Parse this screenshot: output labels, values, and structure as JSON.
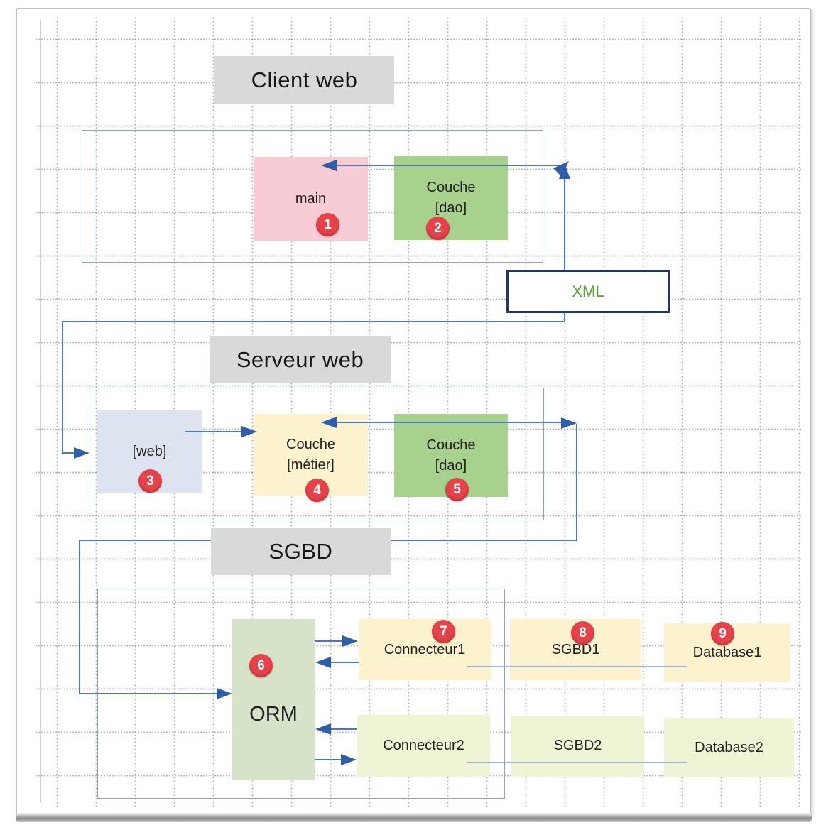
{
  "titles": {
    "client": "Client web",
    "serveur": "Serveur web",
    "sgbd": "SGBD"
  },
  "nodes": {
    "main": {
      "label": "main",
      "badge": "1"
    },
    "dao_client": {
      "line1": "Couche",
      "line2": "[dao]",
      "badge": "2"
    },
    "web": {
      "label": "[web]",
      "badge": "3"
    },
    "metier": {
      "line1": "Couche",
      "line2": "[métier]",
      "badge": "4"
    },
    "dao_serveur": {
      "line1": "Couche",
      "line2": "[dao]",
      "badge": "5"
    },
    "orm": {
      "label": "ORM",
      "badge": "6"
    },
    "connecteur1": {
      "label": "Connecteur1",
      "badge": "7"
    },
    "sgbd1": {
      "label": "SGBD1",
      "badge": "8"
    },
    "database1": {
      "label": "Database1",
      "badge": "9"
    },
    "connecteur2": {
      "label": "Connecteur2"
    },
    "sgbd2": {
      "label": "SGBD2"
    },
    "database2": {
      "label": "Database2"
    }
  },
  "annotation": {
    "xml": "XML"
  },
  "colors": {
    "pink": "#f8ccd4",
    "green": "#a9d18e",
    "light_green": "#d7e3c8",
    "yellow": "#fcf2cd",
    "pale_green_yellow": "#eff4d4",
    "lavender": "#dde4f0",
    "title_gray": "#d9d9d9",
    "badge_red": "#e5434b",
    "arrow_blue": "#4a77be",
    "arrow_head": "#2f5da8",
    "link_blue": "#76a0d4",
    "container_border": "#84a3cf",
    "xml_border": "#1f3864",
    "xml_text": "#55a132"
  }
}
